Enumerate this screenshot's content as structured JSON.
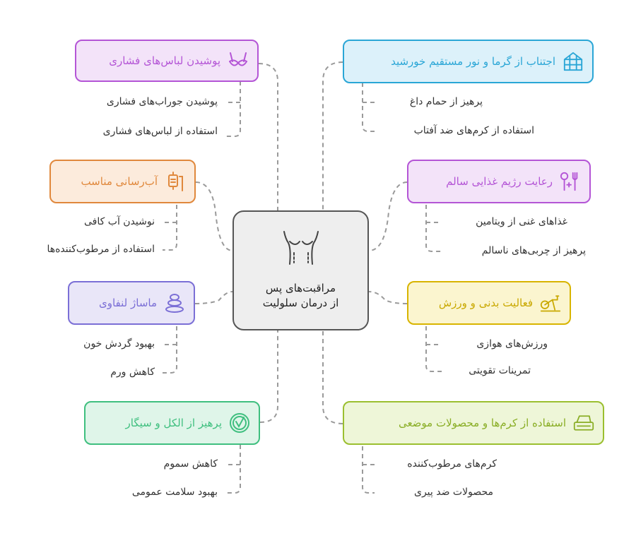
{
  "center": {
    "line1": "مراقبت‌های پس",
    "line2": "از درمان سلولیت",
    "icon": "torso-icon"
  },
  "branches": {
    "compression": {
      "title": "پوشیدن لباس‌های فشاری",
      "color": "#b455d6",
      "fill": "#f3e3f9",
      "icon": "bra-icon",
      "items": [
        "پوشیدن جوراب‌های فشاری",
        "استفاده از لباس‌های فشاری"
      ]
    },
    "hydration": {
      "title": "آب‌رسانی مناسب",
      "color": "#e0883c",
      "fill": "#fcebdc",
      "icon": "iv-bag-icon",
      "items": [
        "نوشیدن آب کافی",
        "استفاده از مرطوب‌کننده‌ها"
      ]
    },
    "lymph": {
      "title": "ماساژ لنفاوی",
      "color": "#7b6fd6",
      "fill": "#e9e6f8",
      "icon": "stones-icon",
      "items": [
        "بهبود گردش خون",
        "کاهش ورم"
      ]
    },
    "avoid": {
      "title": "پرهیز از الکل و سیگار",
      "color": "#3fbf7f",
      "fill": "#dff5e9",
      "icon": "check-badge-icon",
      "items": [
        "کاهش سموم",
        "بهبود سلامت عمومی"
      ]
    },
    "heat": {
      "title": "اجتناب از گرما و نور مستقیم خورشید",
      "color": "#2aa6d6",
      "fill": "#dcf1fa",
      "icon": "greenhouse-icon",
      "items": [
        "پرهیز از حمام داغ",
        "استفاده از کرم‌های ضد آفتاب"
      ]
    },
    "diet": {
      "title": "رعایت رژیم غذایی سالم",
      "color": "#b455d6",
      "fill": "#f3e3f9",
      "icon": "utensils-icon",
      "items": [
        "غذاهای غنی از ویتامین",
        "پرهیز از چربی‌های ناسالم"
      ]
    },
    "exercise": {
      "title": "فعالیت بدنی و ورزش",
      "color": "#d8b400",
      "fill": "#fbf5cf",
      "icon": "exercise-bike-icon",
      "items": [
        "ورزش‌های هوازی",
        "تمرینات تقویتی"
      ]
    },
    "creams": {
      "title": "استفاده از کرم‌ها و محصولات موضعی",
      "color": "#9bbf2f",
      "fill": "#eef6d8",
      "icon": "cream-box-icon",
      "items": [
        "کرم‌های مرطوب‌کننده",
        "محصولات ضد پیری"
      ]
    }
  }
}
